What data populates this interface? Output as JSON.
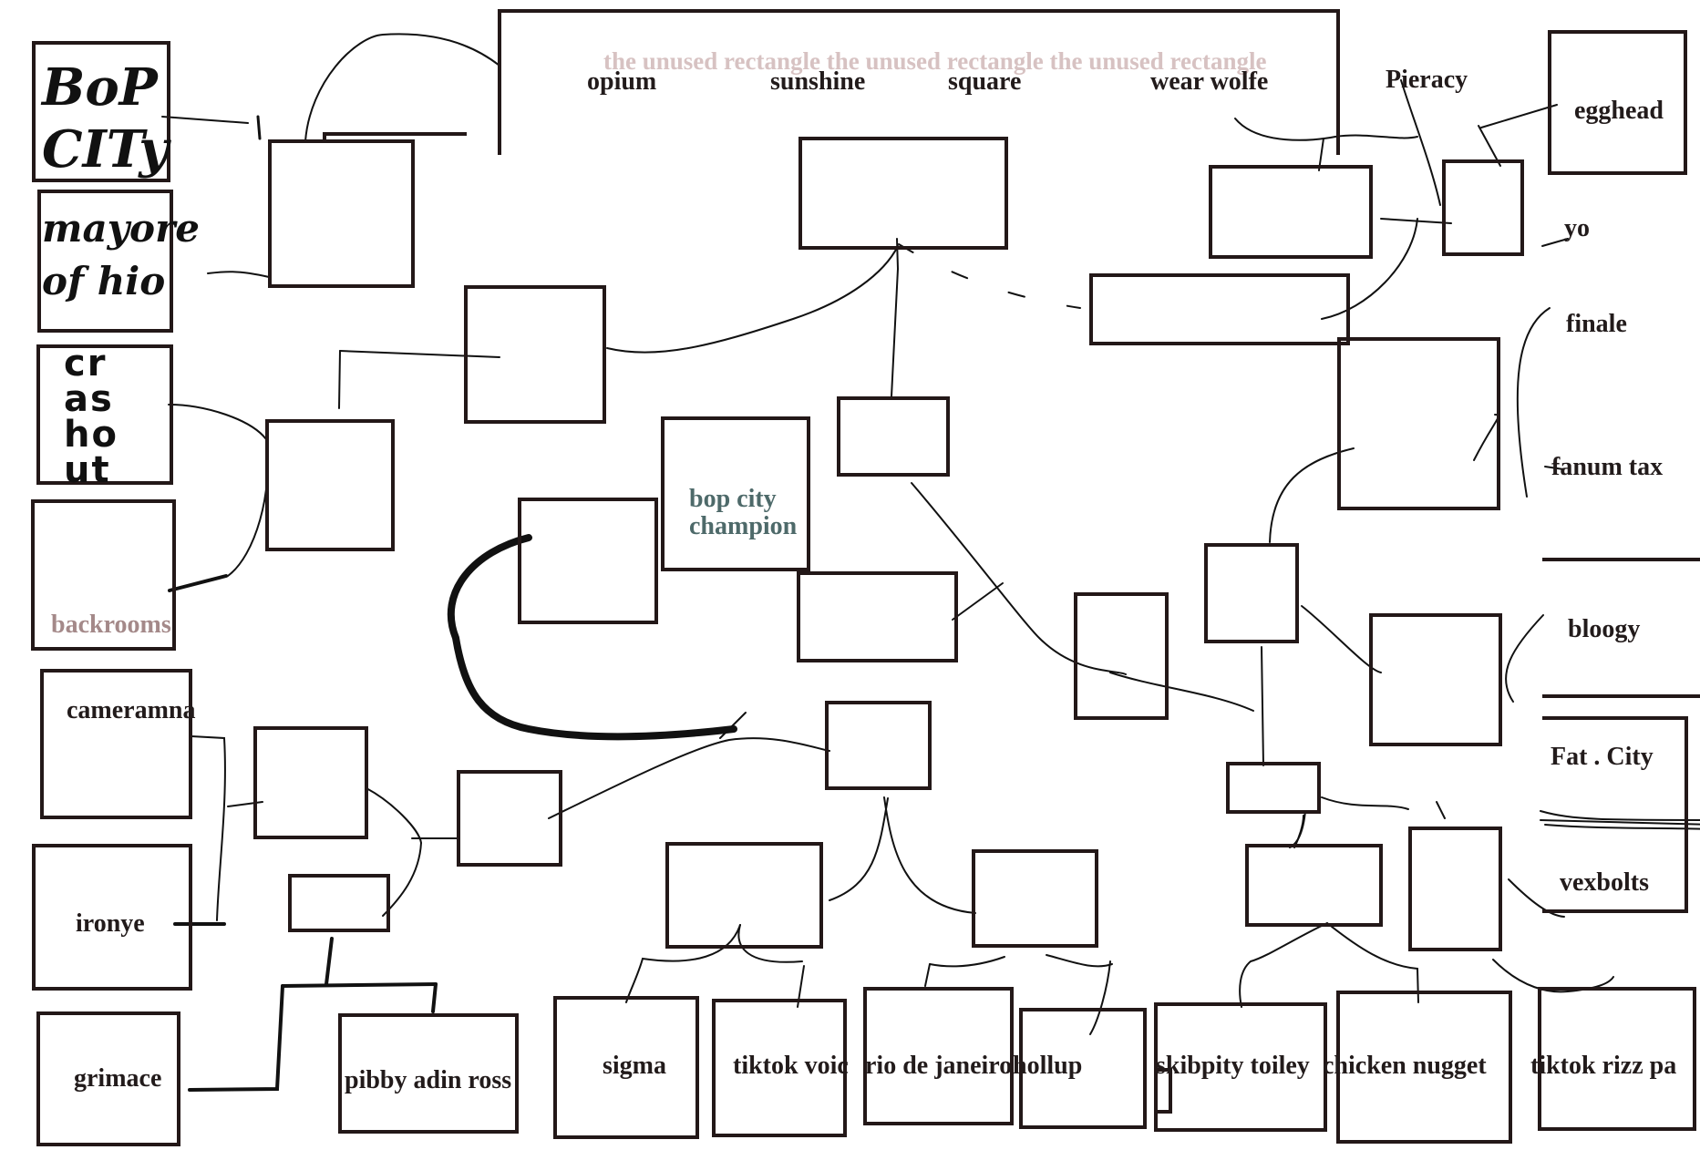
{
  "banner": "the unused rectangle the unused rectangle the unused rectangle",
  "top": {
    "opium": "opium",
    "sunshine": "sunshine",
    "square": "square",
    "wear_wolfe": "wear wolfe",
    "piracy": "Pieracy",
    "egghead": "egghead"
  },
  "left": {
    "bop_city": [
      "BoP",
      "CITy"
    ],
    "mayor": [
      "mayore",
      "of hio"
    ],
    "crashout": [
      "cr",
      "as",
      "ho",
      "ut"
    ],
    "backrooms": "backrooms",
    "cameramna": "cameramna",
    "ironye": "ironye",
    "grimace": "grimace"
  },
  "center": {
    "champion": [
      "bop city",
      "champion"
    ]
  },
  "right": {
    "yo": "yo",
    "finale": "finale",
    "fanum": "fanum tax",
    "bloogy": "bloogy",
    "fat_city": "Fat . City",
    "vexbolts": "vexbolts"
  },
  "bottom": {
    "pibby": "pibby adin ross",
    "sigma": "sigma",
    "tiktok_voice": "tiktok voic",
    "rio": "rio de janeiro",
    "hollup": "hollup",
    "skibidi": "skibpity toiley",
    "nugget": "chicken nugget",
    "rizz": "tiktok rizz pa"
  },
  "colors": {
    "ink": "#231818",
    "banner": "#d7c2c2",
    "champion": "#4e6a6a",
    "backrooms": "#a48989"
  }
}
